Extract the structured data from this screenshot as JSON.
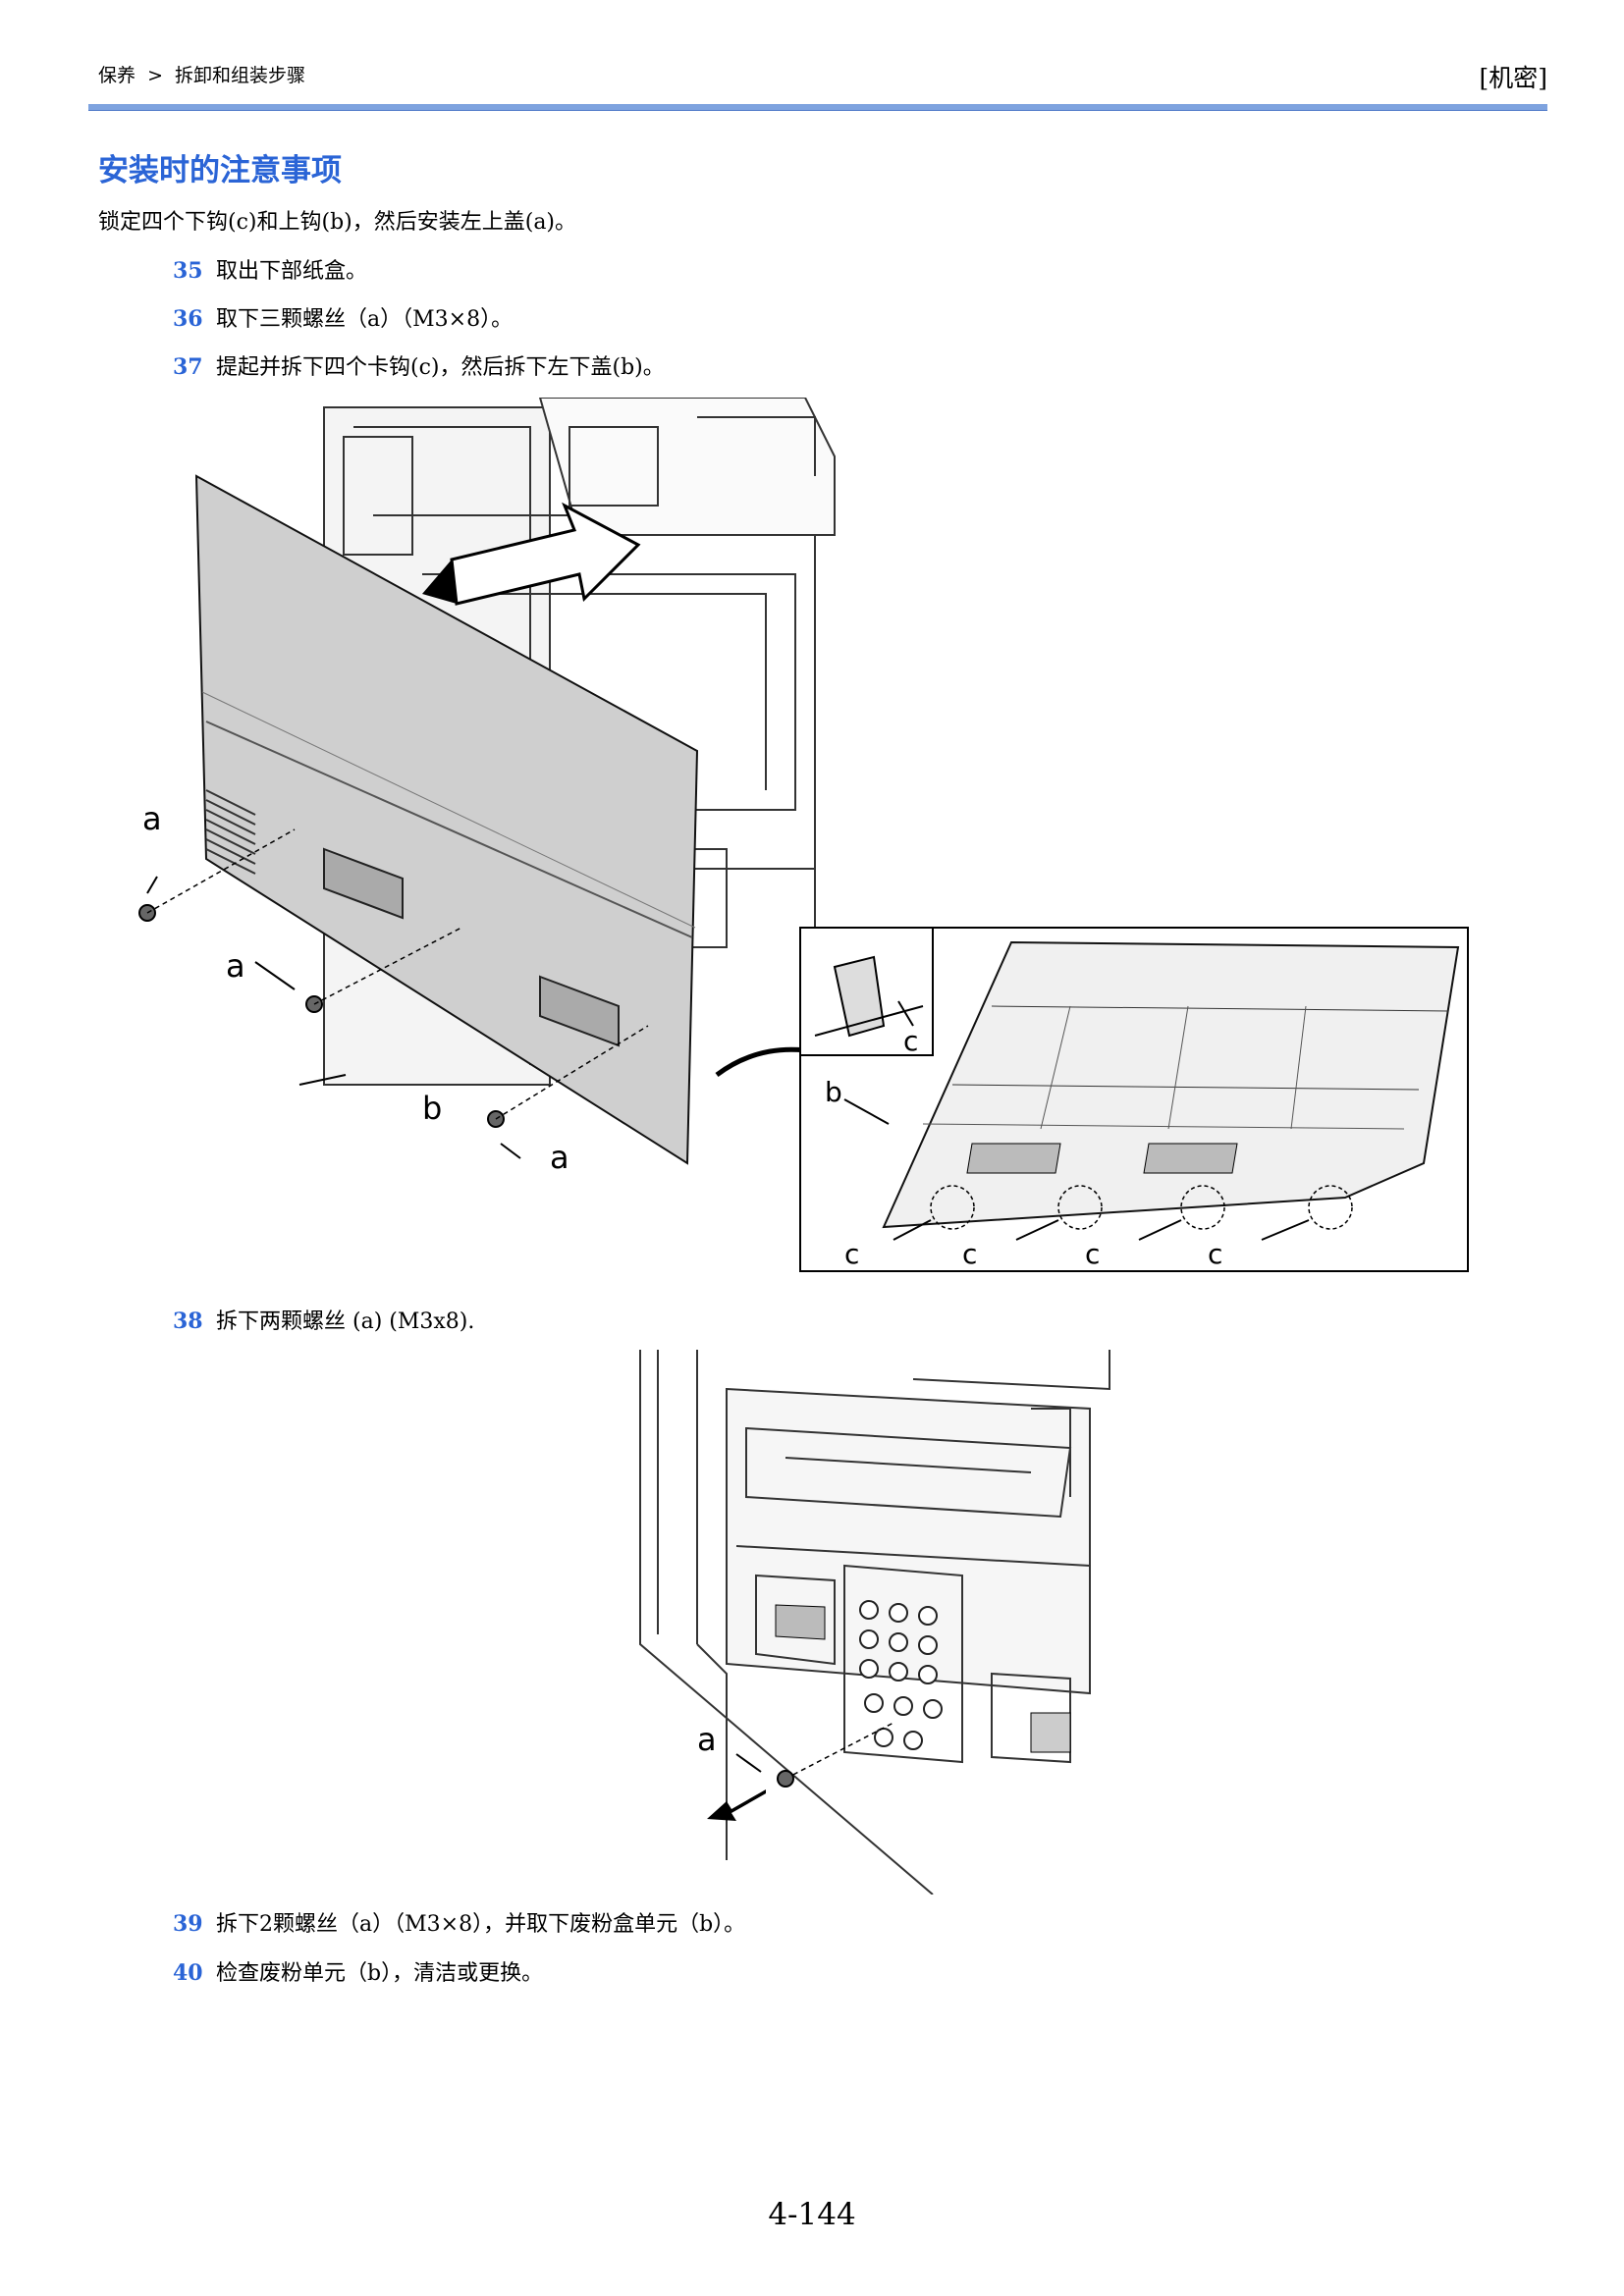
{
  "header": {
    "breadcrumb": [
      "保养",
      ">",
      "拆卸和组装步骤"
    ],
    "confidential": "[机密]"
  },
  "section_title": "安装时的注意事项",
  "intro": "锁定四个下钩(c)和上钩(b)，然后安装左上盖(a)。",
  "steps": [
    {
      "num": "35",
      "text": "取出下部纸盒。"
    },
    {
      "num": "36",
      "text": "取下三颗螺丝（a）（M3×8）。"
    },
    {
      "num": "37",
      "text": "提起并拆下四个卡钩(c)，然后拆下左下盖(b)。"
    },
    {
      "num": "38",
      "text": "拆下两颗螺丝 (a) (M3x8)."
    },
    {
      "num": "39",
      "text": "拆下2颗螺丝（a）（M3×8），并取下废粉盒单元（b）。"
    },
    {
      "num": "40",
      "text": "检查废粉单元（b），清洁或更换。"
    }
  ],
  "figure1": {
    "labels": {
      "a1": "a",
      "a2": "a",
      "a3": "a",
      "b": "b",
      "inset_b": "b",
      "inset_c_top": "c",
      "c1": "c",
      "c2": "c",
      "c3": "c",
      "c4": "c"
    }
  },
  "figure2": {
    "labels": {
      "a": "a"
    }
  },
  "page_number": "4-144"
}
